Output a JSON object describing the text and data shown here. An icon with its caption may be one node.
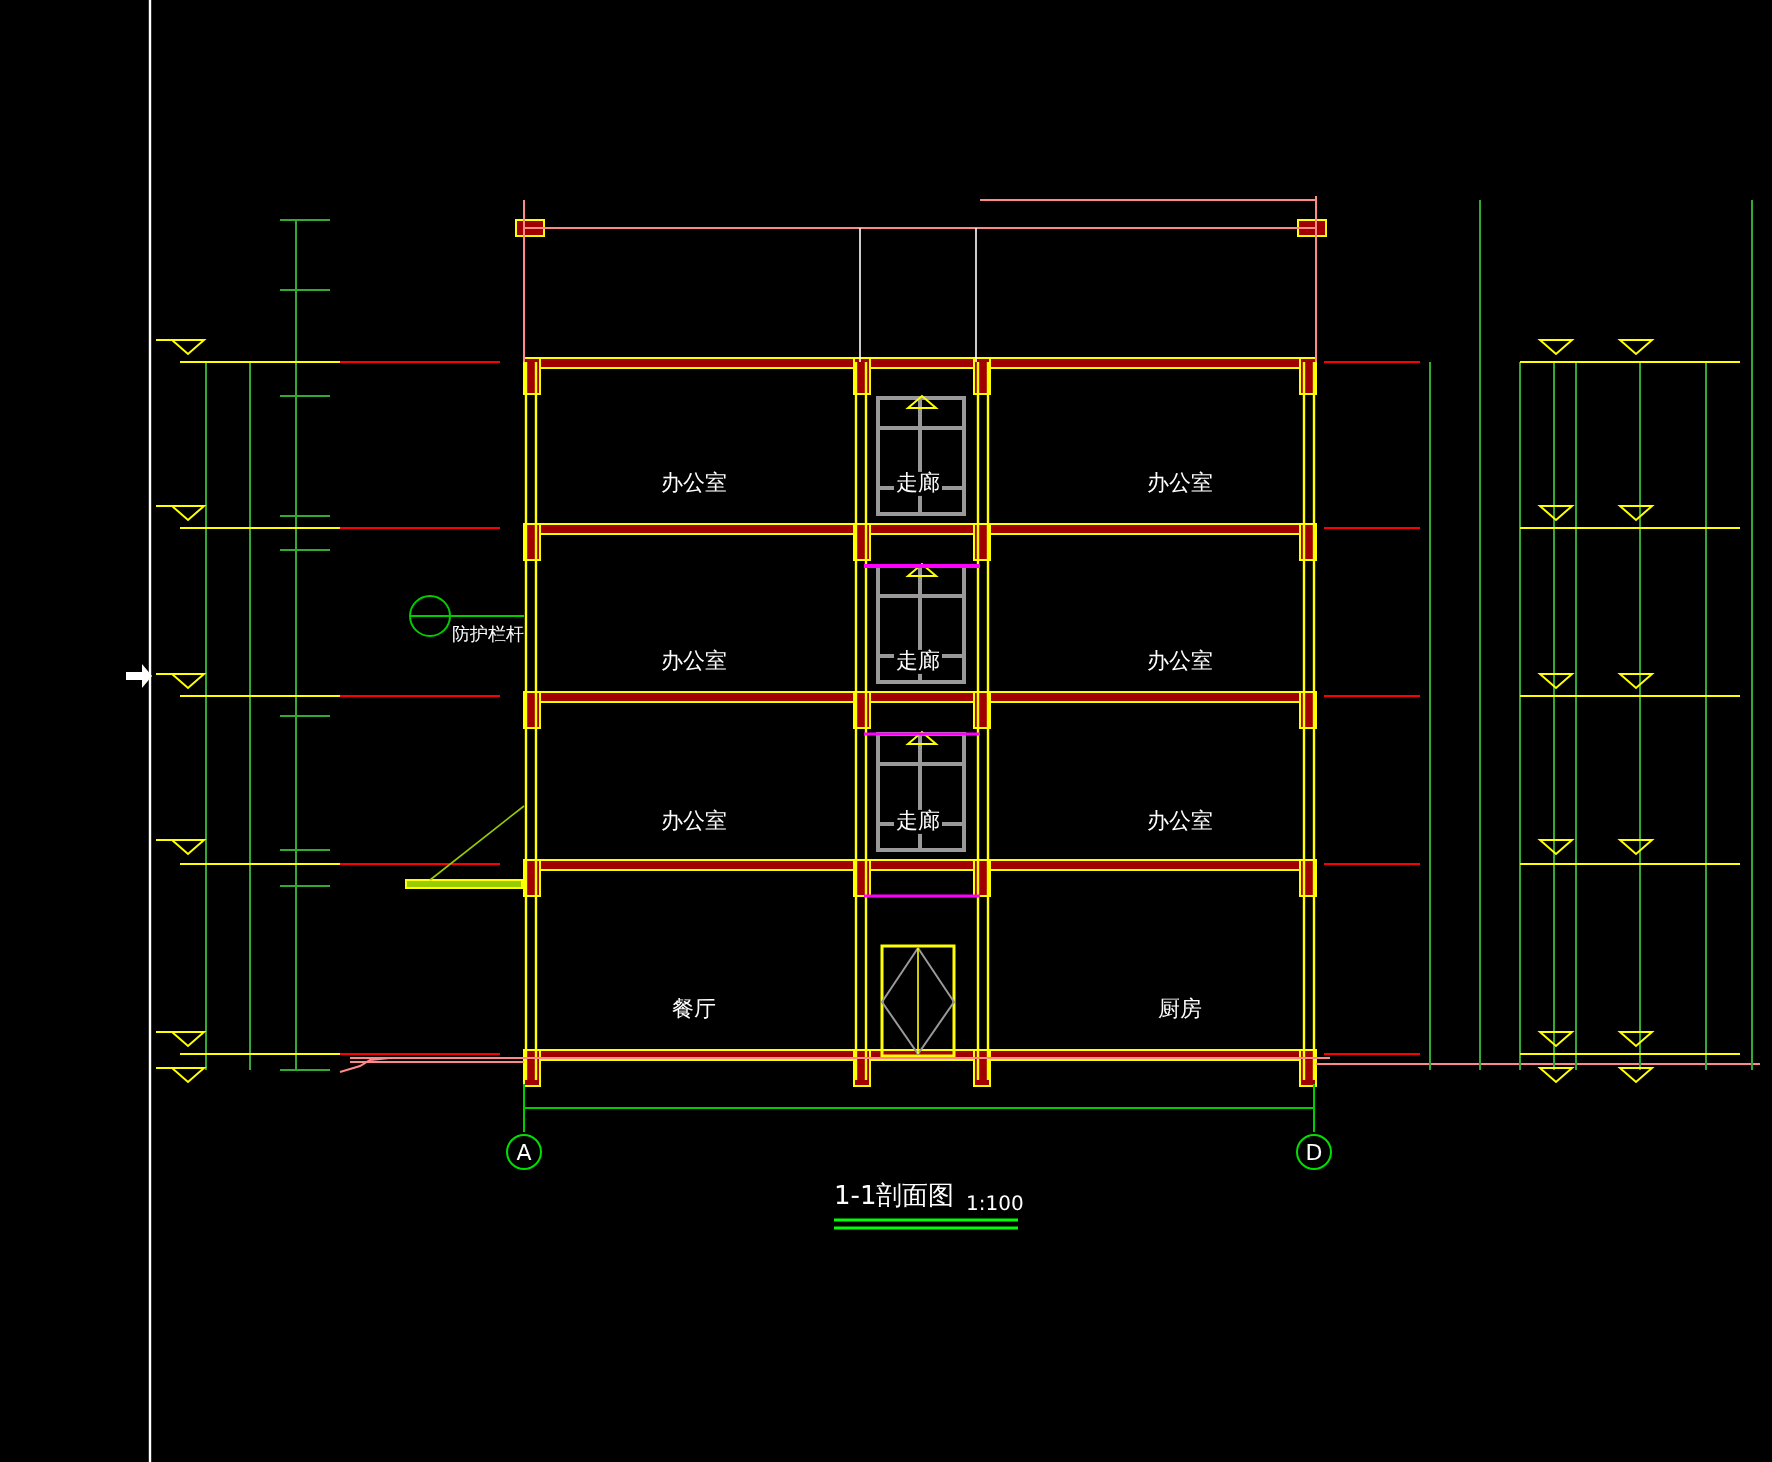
{
  "diagram": {
    "title": "1-1剖面图",
    "nodes": [
      {
        "text": [
          "办公室"
        ]
      },
      {
        "text": [
          "走廊"
        ]
      },
      {
        "text": [
          "办公室"
        ]
      },
      {
        "text": [
          "办公室"
        ]
      },
      {
        "text": [
          "走廊"
        ]
      },
      {
        "text": [
          "办公室"
        ]
      },
      {
        "text": [
          "办公室"
        ]
      },
      {
        "text": [
          "走廊"
        ]
      },
      {
        "text": [
          "办公室"
        ]
      },
      {
        "text": [
          "餐厅"
        ]
      },
      {
        "text": [
          "厨房"
        ]
      },
      {
        "text": [
          "A"
        ]
      },
      {
        "text": [
          "D"
        ]
      }
    ],
    "labels": [
      "防护栏杆",
      "1:100"
    ]
  }
}
